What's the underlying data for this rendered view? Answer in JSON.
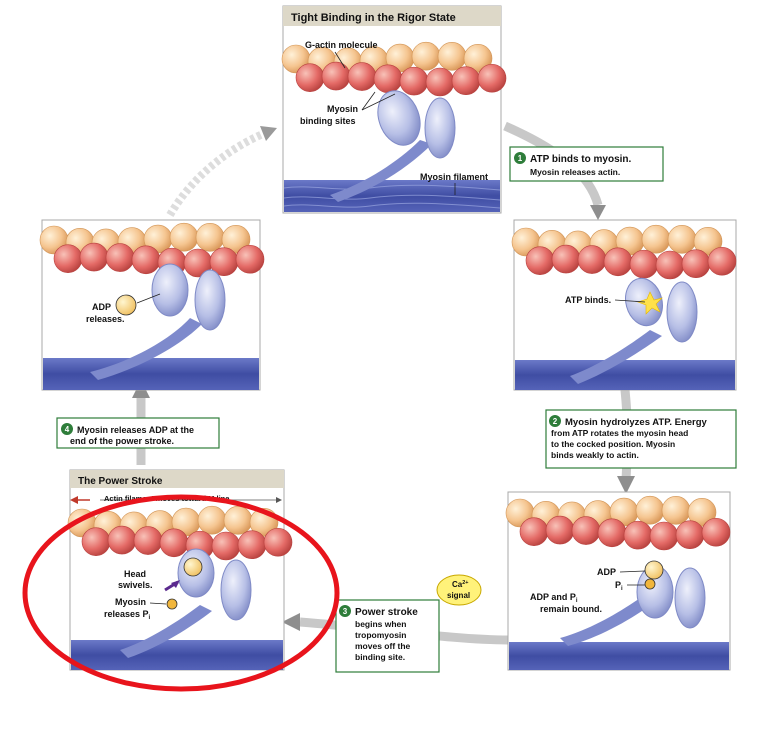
{
  "panels": {
    "rigor": {
      "title": "Tight Binding in the Rigor State",
      "gactin_label": "G-actin molecule",
      "binding_label_line1": "Myosin",
      "binding_label_line2": "binding sites",
      "filament_label": "Myosin filament"
    },
    "atp": {
      "label": "ATP binds."
    },
    "cocked": {
      "adp_label": "ADP",
      "pi_label": "P",
      "pi_sub": "i",
      "remain_line1": "ADP and P",
      "remain_line1_sub": "i",
      "remain_line2": "remain bound."
    },
    "power": {
      "title": "The Power Stroke",
      "subtitle": "Actin filament moves toward M line.",
      "head_line1": "Head",
      "head_line2": "swivels.",
      "myosin_line1": "Myosin",
      "myosin_line2": "releases P",
      "myosin_sub": "i"
    },
    "release": {
      "adp_line1": "ADP",
      "adp_line2": "releases."
    }
  },
  "steps": {
    "step1": {
      "num": "1",
      "line1": "ATP binds to myosin.",
      "line2": "Myosin releases actin."
    },
    "step2": {
      "num": "2",
      "line1": "Myosin hydrolyzes ATP. Energy",
      "line2": "from ATP rotates the myosin head",
      "line3": "to the cocked position. Myosin",
      "line4": "binds weakly to actin."
    },
    "step3": {
      "num": "3",
      "line1": "Power stroke",
      "line2": "begins when",
      "line3": "tropomyosin",
      "line4": "moves off the",
      "line5": "binding site."
    },
    "step4": {
      "num": "4",
      "line1": "Myosin releases ADP at the",
      "line2": "end of the power stroke."
    }
  },
  "calcium": {
    "line1": "Ca",
    "sup": "2+",
    "line2": "signal"
  },
  "colors": {
    "highlight_ellipse": "#e8141c",
    "step_box_border": "#2e7d3a",
    "actin_pink": "#e06a6a",
    "actin_peach": "#f3c89a",
    "myosin_head": "#b9c0e6",
    "myosin_filament": "#4a5ab0",
    "panel_title_bg": "#ddd8c8",
    "calcium_bg": "#fff27a"
  }
}
